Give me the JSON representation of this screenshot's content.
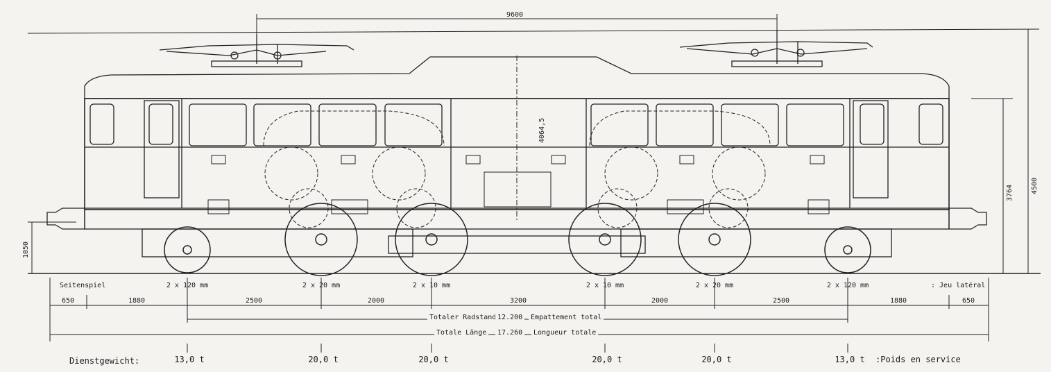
{
  "dimensions": {
    "pantograph_spacing": "9600",
    "roof_height": "4064,5",
    "body_height": "3764",
    "total_height": "4500",
    "buffer_height": "1050",
    "spacing": [
      "650",
      "1880",
      "2500",
      "2000",
      "3200",
      "2000",
      "2500",
      "1880",
      "650"
    ]
  },
  "lateral_play": {
    "label_de": "Seitenspiel",
    "label_fr": ": Jeu latéral",
    "values": [
      "2 x 120 mm",
      "2 x 20 mm",
      "2 x 10 mm",
      "2 x 10 mm",
      "2 x 20 mm",
      "2 x 120 mm"
    ]
  },
  "wheelbase": {
    "label_de": "Totaler Radstand",
    "value": "12.200",
    "label_fr": "Empattement total"
  },
  "length": {
    "label_de": "Totale Länge",
    "value": "17.260",
    "label_fr": "Longueur totale"
  },
  "weights": {
    "label_de": "Dienstgewicht:",
    "label_fr": ":Poids en service",
    "values": [
      "13,0 t",
      "20,0 t",
      "20,0 t",
      "20,0 t",
      "20,0 t",
      "13,0 t"
    ]
  }
}
